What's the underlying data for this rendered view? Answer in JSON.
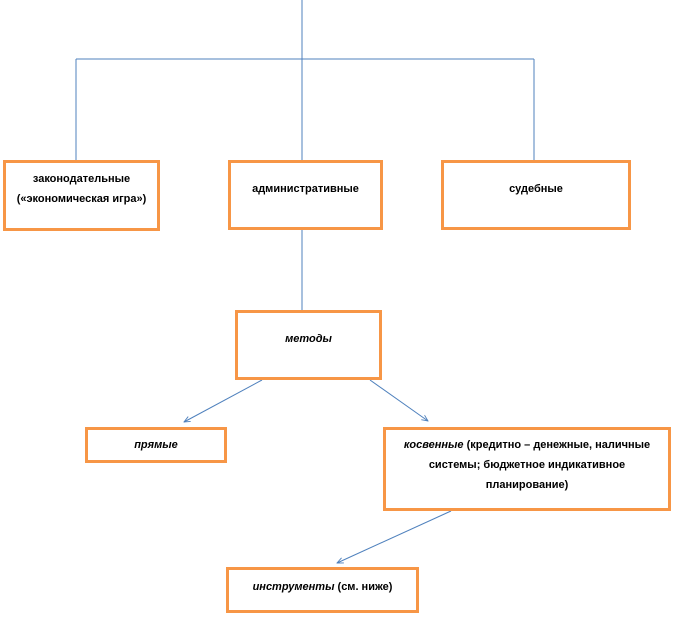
{
  "boxes": {
    "legislative": "законодательные («экономическая игра»)",
    "administrative": "административные",
    "judicial": "судебные",
    "methods": "методы",
    "direct": "прямые",
    "indirect_em": "косвенные",
    "indirect_rest": " (кредитно – денежные, наличные системы; бюджетное индикативное планирование)",
    "instruments_em": "инструменты",
    "instruments_rest": " (см. ниже)"
  },
  "colors": {
    "box_border": "#f79646",
    "line": "#4f81bd"
  }
}
